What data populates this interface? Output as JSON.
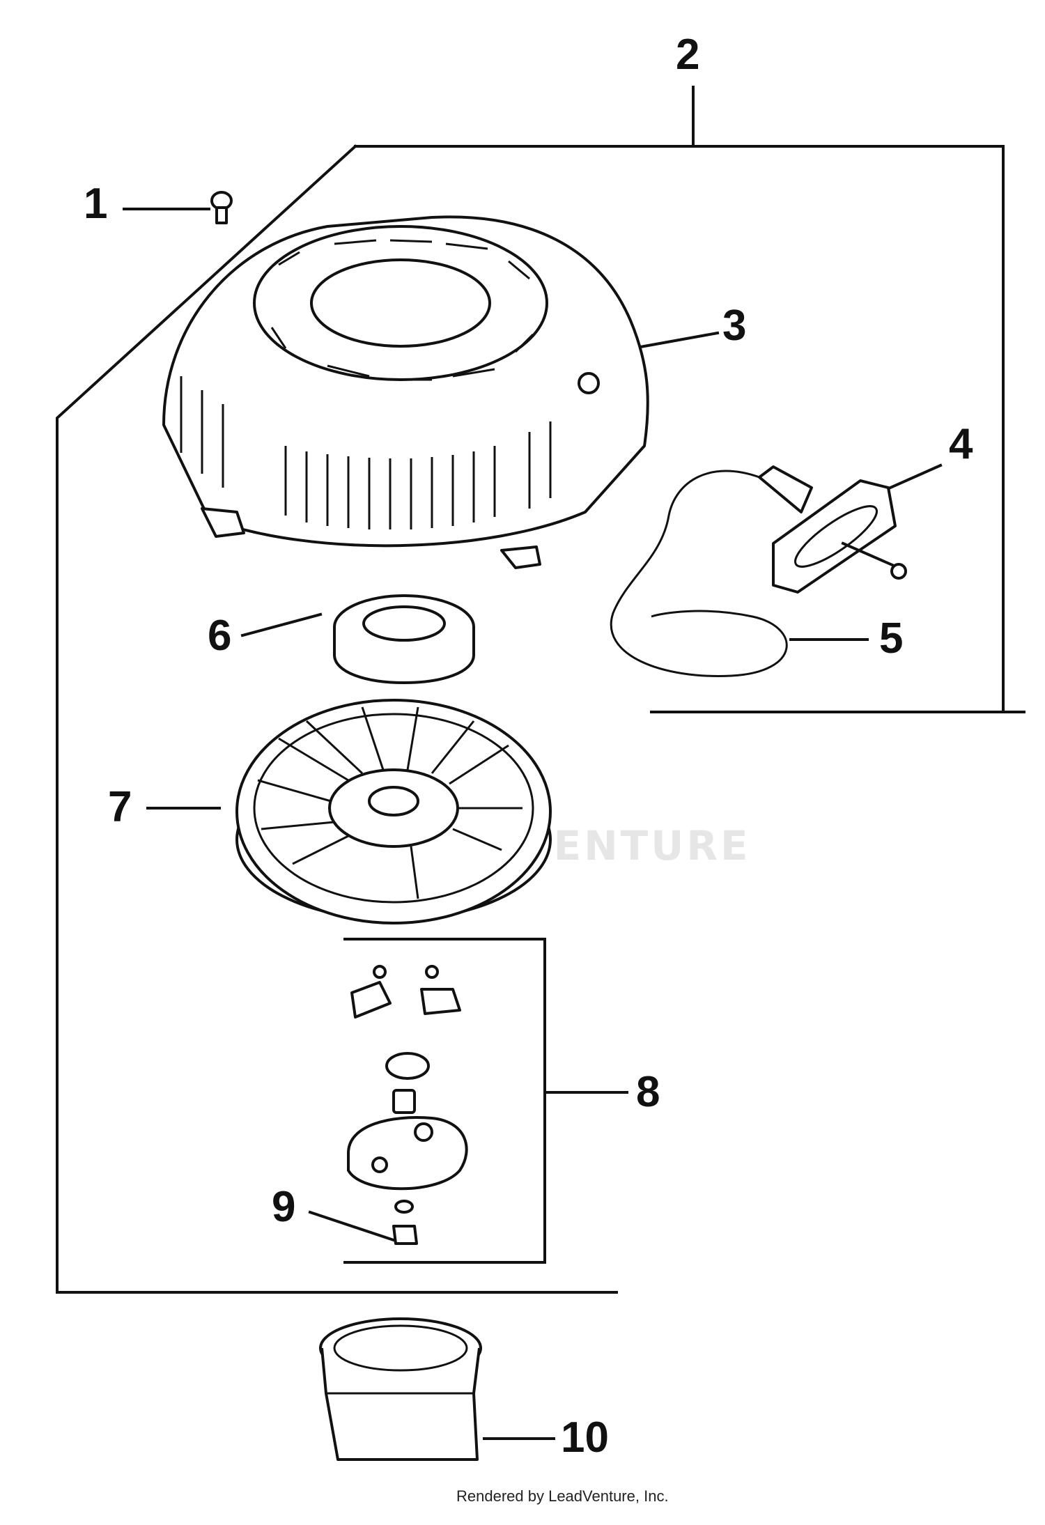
{
  "diagram": {
    "credit": "Rendered by LeadVenture, Inc.",
    "watermark": "LEADVENTURE",
    "callouts": [
      {
        "id": "1",
        "label": "1"
      },
      {
        "id": "2",
        "label": "2"
      },
      {
        "id": "3",
        "label": "3"
      },
      {
        "id": "4",
        "label": "4"
      },
      {
        "id": "5",
        "label": "5"
      },
      {
        "id": "6",
        "label": "6"
      },
      {
        "id": "7",
        "label": "7"
      },
      {
        "id": "8",
        "label": "8"
      },
      {
        "id": "9",
        "label": "9"
      },
      {
        "id": "10",
        "label": "10"
      }
    ]
  }
}
